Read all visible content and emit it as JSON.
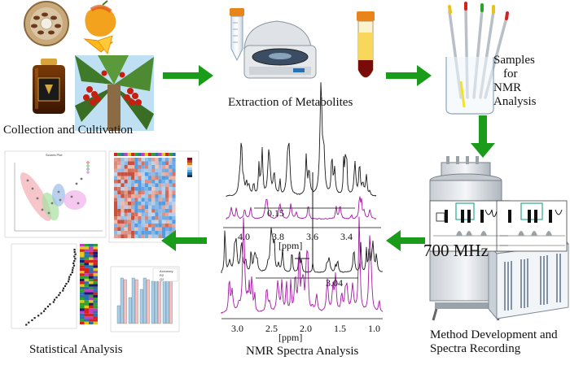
{
  "labels": {
    "collection": "Collection and Cultivation",
    "extraction": "Extraction of Metabolites",
    "samples_lines": [
      "Samples",
      "for",
      "NMR",
      "Analysis"
    ],
    "method_lines": [
      "Method Development and",
      "Spectra Recording"
    ],
    "nmr_spectra": "NMR Spectra Analysis",
    "statistical": "Statistical Analysis"
  },
  "spectra": {
    "top_ticks": [
      "4.0",
      "3.8",
      "3.6",
      "3.4"
    ],
    "top_unit": "[ppm]",
    "top_value": "0.15",
    "bottom_ticks": [
      "3.0",
      "2.5",
      "2.0",
      "1.5",
      "1.0"
    ],
    "bottom_unit": "[ppm]",
    "bottom_value": "3.04"
  },
  "instrument": {
    "frequency_label": "700 MHz"
  },
  "stats": {
    "scores_title": "Scores Plot",
    "bar_legend": [
      "Accuracy",
      "R2",
      "Q2"
    ]
  },
  "colors": {
    "arrow": "#1a9c1a",
    "spectrum_black": "#1a1a1a",
    "spectrum_magenta": "#a11aa1",
    "pca_red": "#f2a0a8",
    "pca_green": "#a8e0a0",
    "pca_blue": "#9bbde8",
    "pca_pink": "#f0b0e8"
  },
  "icons": [
    "honey-jar-icon",
    "mango-icon",
    "date-palm-icon",
    "date-box-icon",
    "centrifuge-tube-icon",
    "centrifuge-icon",
    "sample-tube-icon",
    "nmr-tubes-beaker-icon",
    "nmr-magnet-icon",
    "nmr-console-icon",
    "pulse-sequence-icon"
  ]
}
